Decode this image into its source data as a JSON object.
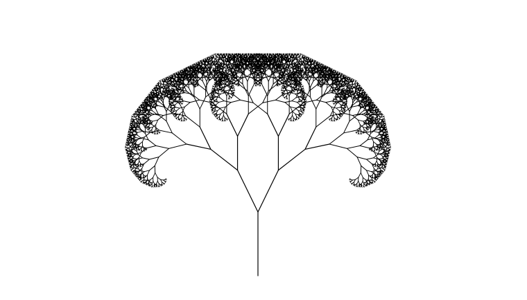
{
  "figure": {
    "subject": "fractal-binary-tree",
    "stroke_color": "#000000",
    "background_color": "#ffffff",
    "parameters": {
      "depth": 12,
      "left_branch_angle_deg": 26,
      "right_branch_angle_deg": 26,
      "length_ratio": 0.73,
      "trunk_length": 92,
      "symmetric": true
    }
  }
}
